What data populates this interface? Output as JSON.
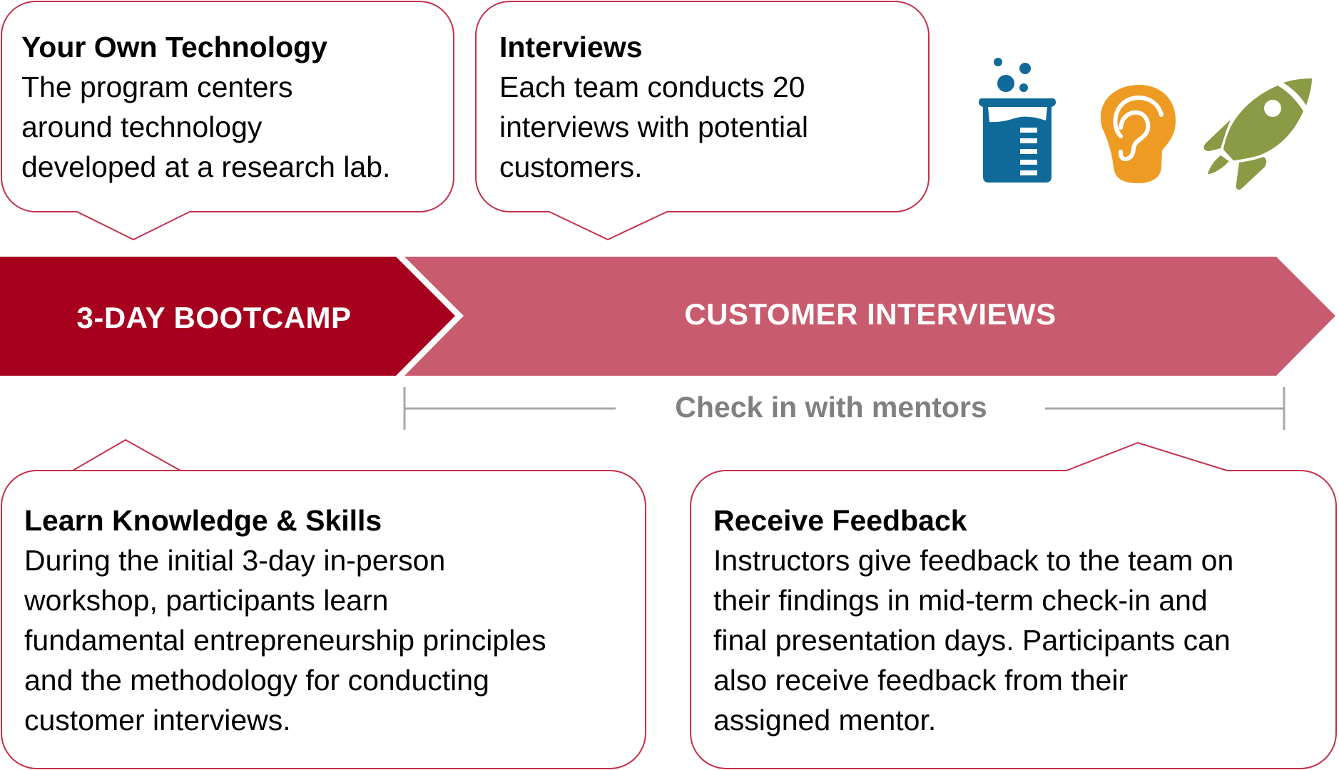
{
  "colors": {
    "bootcamp": "#A6001E",
    "interviews": "#C85C6E",
    "callout_border": "#C4314B",
    "bracket": "#A8A8A8",
    "bracket_text": "#808080",
    "beaker": "#0F6A9A",
    "ear": "#EE9B24",
    "rocket": "#8A9A45"
  },
  "phases": [
    {
      "label": "3-DAY BOOTCAMP"
    },
    {
      "label": "CUSTOMER INTERVIEWS"
    }
  ],
  "bracket": {
    "label": "Check in with mentors"
  },
  "callouts": [
    {
      "title": "Your Own Technology",
      "lines": [
        "The program centers",
        "around technology",
        "developed at a research lab."
      ]
    },
    {
      "title": "Interviews",
      "lines": [
        "Each team conducts 20",
        "interviews with potential",
        "customers."
      ]
    },
    {
      "title": "Learn Knowledge & Skills",
      "lines": [
        "During the initial 3-day in-person",
        "workshop, participants learn",
        "fundamental entrepreneurship principles",
        "and the methodology for conducting",
        "customer interviews."
      ]
    },
    {
      "title": "Receive Feedback",
      "lines": [
        "Instructors give feedback to the team on",
        "their findings in mid-term check-in and",
        "final presentation days. Participants can",
        "also receive feedback from their",
        "assigned mentor."
      ]
    }
  ],
  "icons": [
    "beaker-icon",
    "ear-icon",
    "rocket-icon"
  ]
}
